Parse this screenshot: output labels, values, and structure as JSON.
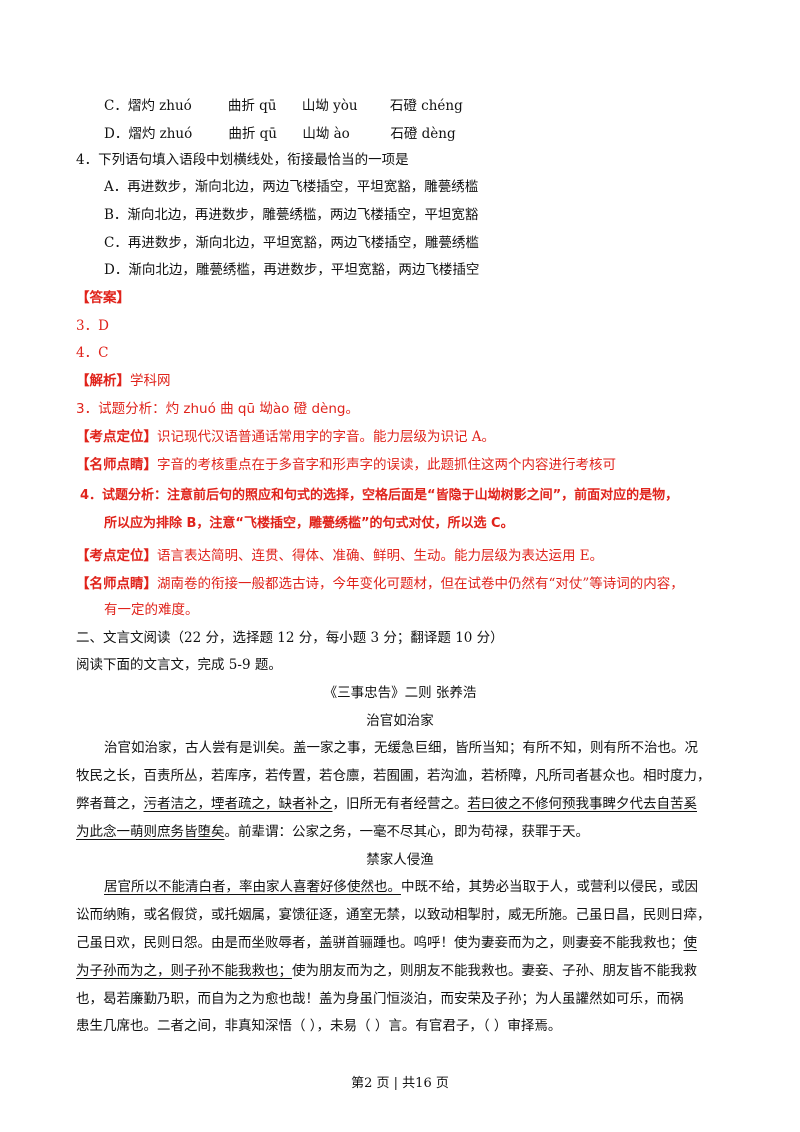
{
  "q3_options": {
    "C": {
      "label": "C．",
      "a": "熠灼 zhuó",
      "b": "曲折 qū",
      "c": "山坳 yòu",
      "d": "石磴 chéng"
    },
    "D": {
      "label": "D．",
      "a": "熠灼 zhuó",
      "b": "曲折 qū",
      "c": "山坳 ào",
      "d": "石磴 dèng"
    }
  },
  "q4": {
    "stem": "4．下列语句填入语段中划横线处，衔接最恰当的一项是",
    "A": "A．再进数步，渐向北边，两边飞楼插空，平坦宽豁，雕甍绣槛",
    "B": "B．渐向北边，再进数步，雕甍绣槛，两边飞楼插空，平坦宽豁",
    "C": "C．再进数步，渐向北边，平坦宽豁，两边飞楼插空，雕甍绣槛",
    "D": "D．渐向北边，雕甍绣槛，再进数步，平坦宽豁，两边飞楼插空"
  },
  "answer": {
    "header": "【答案】",
    "a3": "3．D",
    "a4": "4．C"
  },
  "analysis": {
    "header_bracket": "【解析】",
    "header_tag": "学科网",
    "l3": "3．试题分析：灼 zhuó 曲 qū 坳ào   磴 dèng。",
    "kd1_tag": "【考点定位】",
    "kd1_text": "识记现代汉语普通话常用字的字音。能力层级为识记 A。",
    "ms1_tag": "【名师点睛】",
    "ms1_text": "字音的考核重点在于多音字和形声字的误读，此题抓住这两个内容进行考核可",
    "l4a": "4．试题分析：注意前后句的照应和句式的选择，空格后面是“皆隐于山坳树影之间”，前面对应的是物，",
    "l4b": "所以应为排除 B，注意“飞楼插空，雕甍绣槛”的句式对仗，所以选 C。",
    "kd2_tag": "【考点定位】",
    "kd2_text": "语言表达简明、连贯、得体、准确、鲜明、生动。能力层级为表达运用 E。",
    "ms2_tag": "【名师点睛】",
    "ms2_text": "湖南卷的衔接一般都选古诗，今年变化可题材，但在试卷中仍然有“对仗”等诗词的内容，",
    "ms2_text2": "有一定的难度。"
  },
  "section2": {
    "heading": "二、文言文阅读（22 分，选择题 12 分，每小题 3 分；翻译题 10 分）",
    "instruction": "阅读下面的文言文，完成 5-9 题。",
    "title": "《三事忠告》二则    张养浩",
    "sub1": "治官如治家",
    "p1": {
      "l1": "治官如治家，古人尝有是训矣。盖一家之事，无缓急巨细，皆所当知；有所不知，则有所不治也。况",
      "l2": "牧民之长，百责所丛，若库序，若传置，若仓廪，若囿圃，若沟洫，若桥障，凡所司者甚众也。相时度力，",
      "l3a": "弊者葺之，",
      "l3b": "污者洁之，堙者疏之，缺者补之",
      "l3c": "，旧所无有者经营之。",
      "l3d": "若曰彼之不修何预我事睥夕代去自苦奚",
      "l4a": "为此念一萌则庶务皆堕矣",
      "l4b": "。前辈谓：公家之务，一毫不尽其心，即为苟禄，获罪于天。"
    },
    "sub2": "禁家人侵渔",
    "p2": {
      "l1a": "居官所以不能清白者，率由家人喜奢好侈使然也。",
      "l1b": "中既不给，其势必当取于人，或营利以侵民，或因",
      "l2": "讼而纳贿，或名假贷，或托姻属，宴馈征逐，通室无禁，以致动相掣肘，威无所施。己虽日昌，民则日瘁，",
      "l3": "己虽日欢，民则日怨。由是而坐败辱者，盖骈首骊踵也。呜呼！使为妻妾而为之，则妻妾不能我救也；",
      "l3u": "使",
      "l4a": "为子孙而为之，则子孙不能我救也；",
      "l4b": "使为朋友而为之，则朋友不能我救也。妻妾、子孙、朋友皆不能我救",
      "l5": "也，曷若廉勤乃职，而自为之为愈也哉！盖为身虽门恒淡泊，而安荣及子孙；为人虽讙然如可乐，而祸",
      "l6": "患生几席也。二者之间，非真知深悟（   ），未易（   ）言。有官君子，（   ）审择焉。"
    }
  },
  "footer": "第2 页 | 共16 页"
}
